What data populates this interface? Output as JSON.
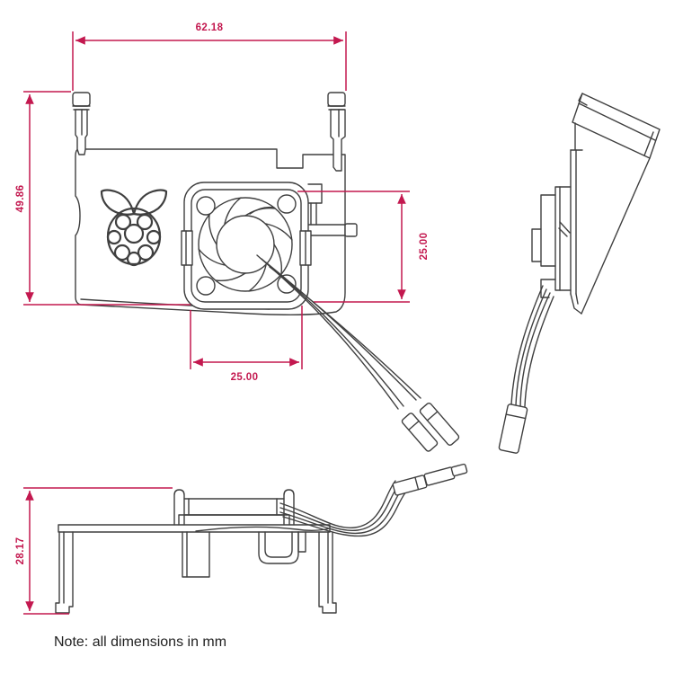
{
  "drawing": {
    "note": "Note: all dimensions in mm",
    "dimensions": {
      "front_width_mm": "62.18",
      "front_height_mm": "49.86",
      "fan_height_mm": "25.00",
      "fan_width_mm": "25.00",
      "bottom_height_mm": "28.17"
    },
    "colors": {
      "dimension": "#c3184f",
      "line": "#3f3f3f",
      "background": "#ffffff",
      "note_text": "#212121"
    },
    "logo_icon": "raspberry-pi-logo"
  }
}
